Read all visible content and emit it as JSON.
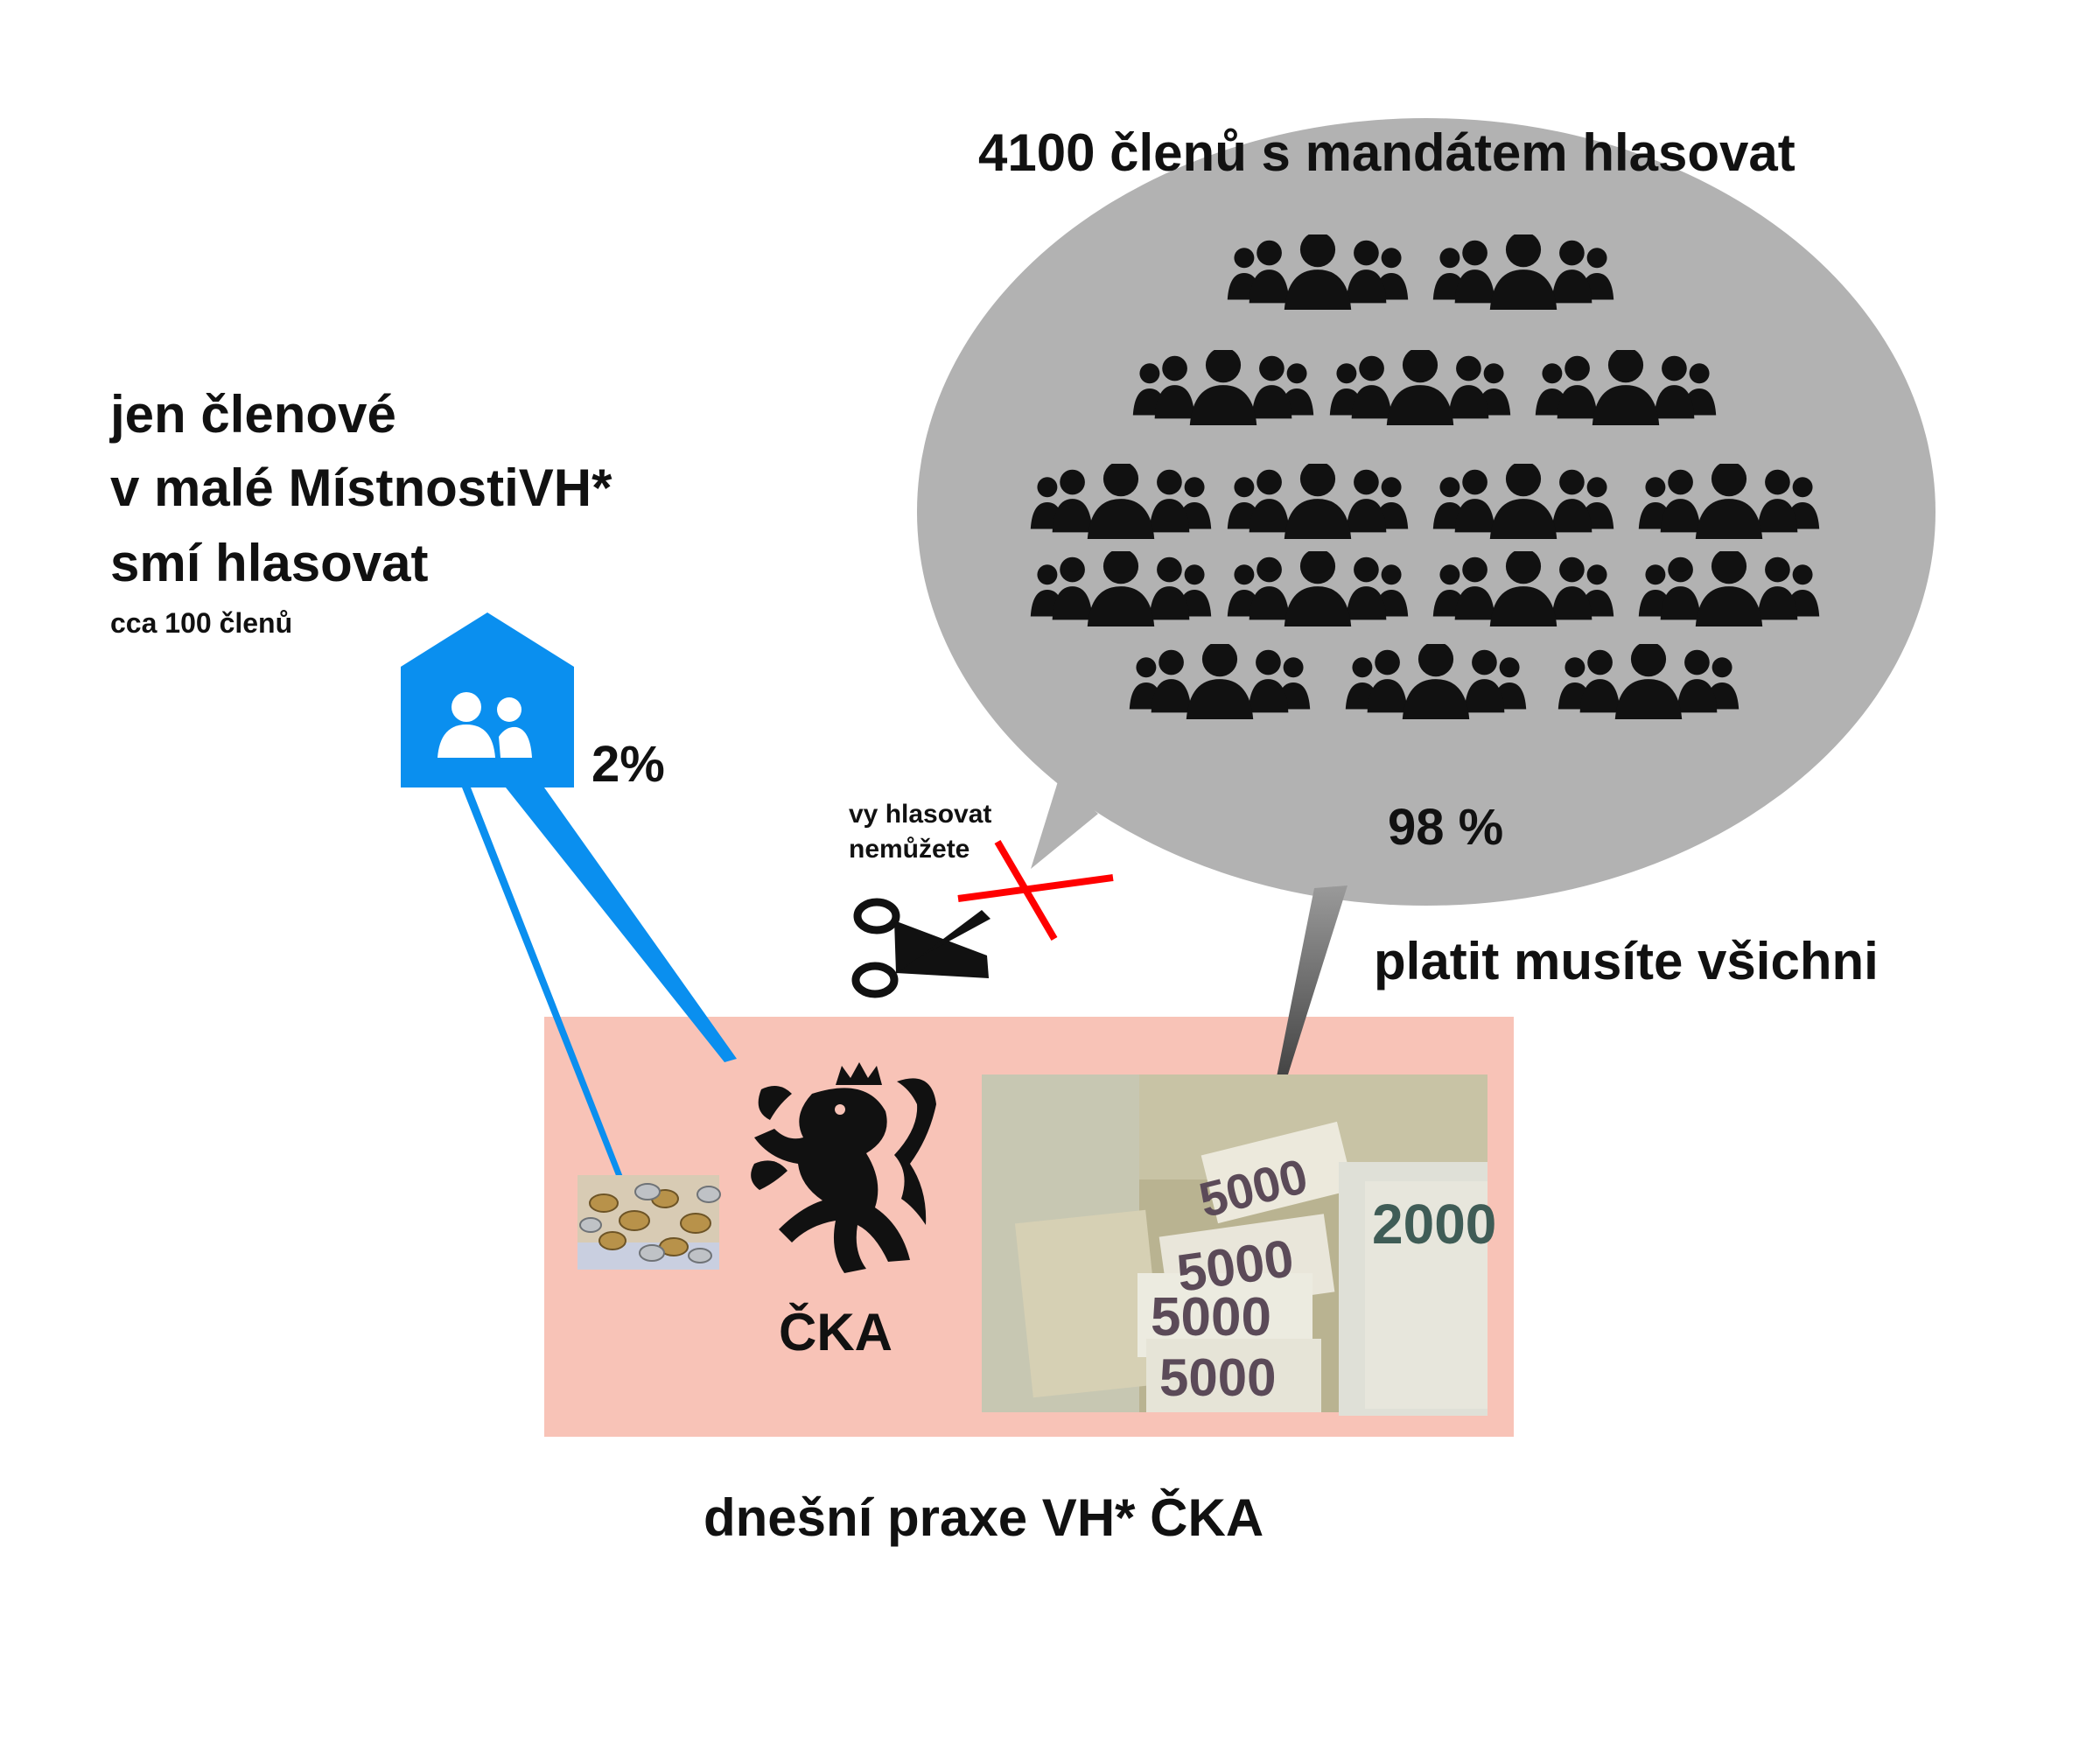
{
  "room_caption": {
    "line1": "jen členové",
    "line2": "v malé MístnostiVH*",
    "line3": "smí hlasovat",
    "note": "cca 100 členů"
  },
  "small_share": "2%",
  "bubble": {
    "title": "4100 členů s mandátem hlasovat",
    "share": "98 %",
    "group_icon": "people-group-icon",
    "rows": [
      2,
      3,
      4,
      4,
      3
    ]
  },
  "blocked": {
    "line1": "vy hlasovat",
    "line2": "nemůžete"
  },
  "payment_note": "platit musíte všichni",
  "org_label": "ČKA",
  "banknote_denominations": [
    "5000",
    "5000",
    "5000",
    "5000",
    "2000"
  ],
  "footer": "dnešní praxe VH* ČKA",
  "colors": {
    "bubble_fill": "#b2b2b2",
    "room_blue": "#0a8fef",
    "panel_pink": "#f8c3b7",
    "cross_red": "#ff0000"
  }
}
